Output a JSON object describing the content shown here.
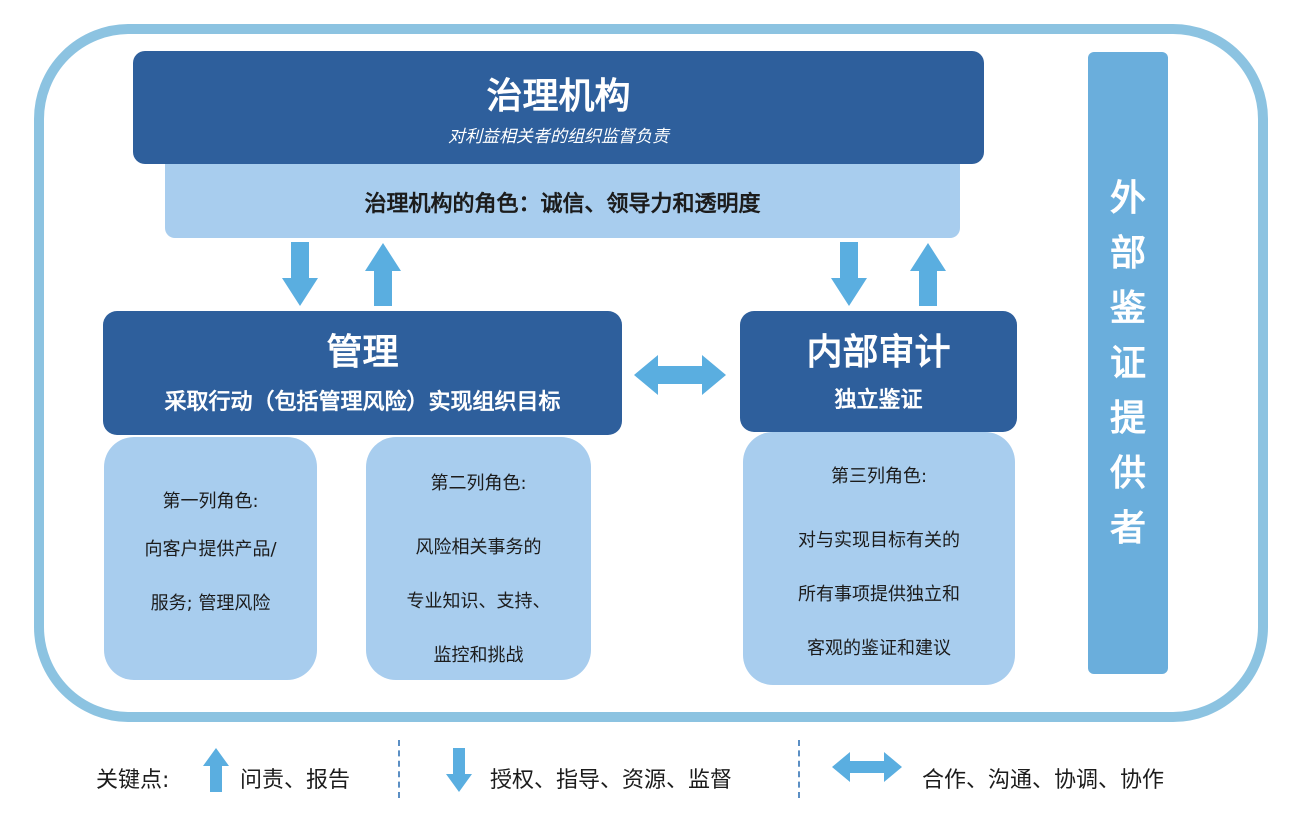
{
  "governance": {
    "title": "治理机构",
    "subtitle": "对利益相关者的组织监督负责",
    "role": "治理机构的角色：诚信、领导力和透明度"
  },
  "management": {
    "title": "管理",
    "subtitle": "采取行动（包括管理风险）实现组织目标"
  },
  "internal_audit": {
    "title": "内部审计",
    "subtitle": "独立鉴证"
  },
  "roles": {
    "first": [
      "第一列角色:",
      "向客户提供产品/",
      "服务; 管理风险"
    ],
    "second": [
      "第二列角色:",
      "风险相关事务的",
      "专业知识、支持、",
      "监控和挑战"
    ],
    "third": [
      "第三列角色:",
      "对与实现目标有关的",
      "所有事项提供独立和",
      "客观的鉴证和建议"
    ]
  },
  "external": {
    "chars": [
      "外",
      "部",
      "鉴",
      "证",
      "提",
      "供",
      "者"
    ]
  },
  "legend": {
    "label": "关键点:",
    "up": "问责、报告",
    "down": "授权、指导、资源、监督",
    "both": "合作、沟通、协调、协作"
  },
  "colors": {
    "dark_box": "#2e5f9c",
    "light_box": "#a8cdee",
    "frame": "#8cc3e1",
    "external": "#6aaedc",
    "arrow": "#5aaee0"
  }
}
